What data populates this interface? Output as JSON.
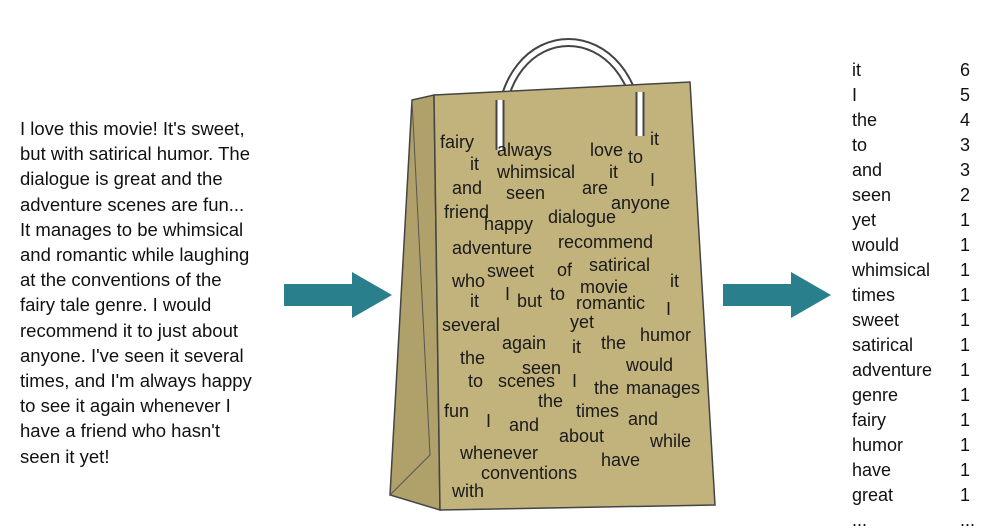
{
  "review_lines": [
    "I love this movie! It's sweet,",
    "but with satirical humor. The",
    "dialogue is great and the",
    "adventure scenes are fun...",
    "It manages to be whimsical",
    "and romantic while laughing",
    "at the conventions of the",
    "fairy tale genre. I would",
    "recommend it to just about",
    "anyone. I've seen it several",
    "times, and I'm always happy",
    "to see it again whenever I",
    "have a friend who hasn't",
    "seen it yet!"
  ],
  "bag_words": [
    "fairy",
    "always",
    "love",
    "to",
    "it",
    "it",
    "whimsical",
    "it",
    "I",
    "and",
    "seen",
    "are",
    "friend",
    "anyone",
    "happy",
    "dialogue",
    "adventure",
    "recommend",
    "who",
    "sweet",
    "of",
    "satirical",
    "it",
    "movie",
    "it",
    "I",
    "but",
    "to",
    "romantic",
    "I",
    "several",
    "yet",
    "humor",
    "again",
    "it",
    "the",
    "the",
    "seen",
    "would",
    "to",
    "scenes",
    "I",
    "the",
    "manages",
    "the",
    "fun",
    "I",
    "times",
    "and",
    "and",
    "about",
    "while",
    "whenever",
    "have",
    "conventions",
    "with"
  ],
  "word_counts": [
    {
      "word": "it",
      "count": "6"
    },
    {
      "word": "I",
      "count": "5"
    },
    {
      "word": "the",
      "count": "4"
    },
    {
      "word": "to",
      "count": "3"
    },
    {
      "word": "and",
      "count": "3"
    },
    {
      "word": "seen",
      "count": "2"
    },
    {
      "word": "yet",
      "count": "1"
    },
    {
      "word": "would",
      "count": "1"
    },
    {
      "word": "whimsical",
      "count": "1"
    },
    {
      "word": "times",
      "count": "1"
    },
    {
      "word": "sweet",
      "count": "1"
    },
    {
      "word": "satirical",
      "count": "1"
    },
    {
      "word": "adventure",
      "count": "1"
    },
    {
      "word": "genre",
      "count": "1"
    },
    {
      "word": "fairy",
      "count": "1"
    },
    {
      "word": "humor",
      "count": "1"
    },
    {
      "word": "have",
      "count": "1"
    },
    {
      "word": "great",
      "count": "1"
    },
    {
      "word": "...",
      "count": "..."
    }
  ],
  "colors": {
    "arrow": "#2a7f8c",
    "bag_fill": "#c2b37c",
    "bag_side": "#b0a06a",
    "bag_stroke": "#444444"
  }
}
